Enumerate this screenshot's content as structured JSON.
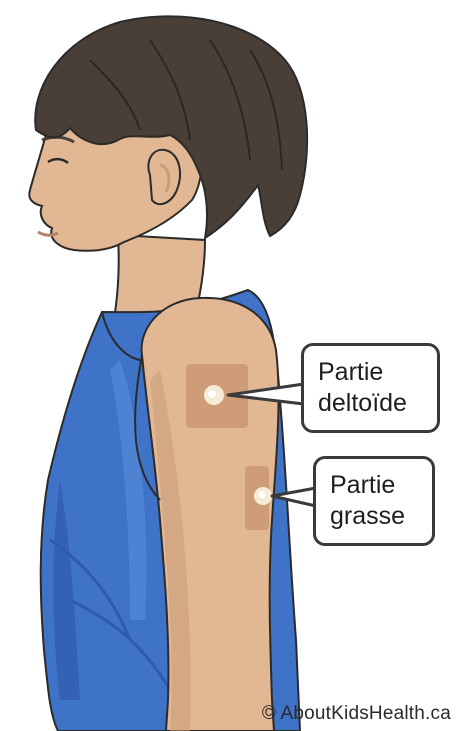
{
  "labels": {
    "deltoid_line1": "Partie",
    "deltoid_line2": "deltoïde",
    "fat_line1": "Partie",
    "fat_line2": "grasse"
  },
  "credit": "© AboutKidsHealth.ca",
  "colors": {
    "shirt": "#3e73c8",
    "shirt_dark": "#2f5bab",
    "shirt_light": "#5a8ddb",
    "skin": "#e2b894",
    "skin_shade": "#c99a76",
    "hair": "#4a3f36",
    "hair_dark": "#2e2620",
    "site_patch": "#c9956e",
    "site_dot": "#f5ecd8",
    "callout_border": "#3a3a3a",
    "outline": "#2b2b2b"
  }
}
